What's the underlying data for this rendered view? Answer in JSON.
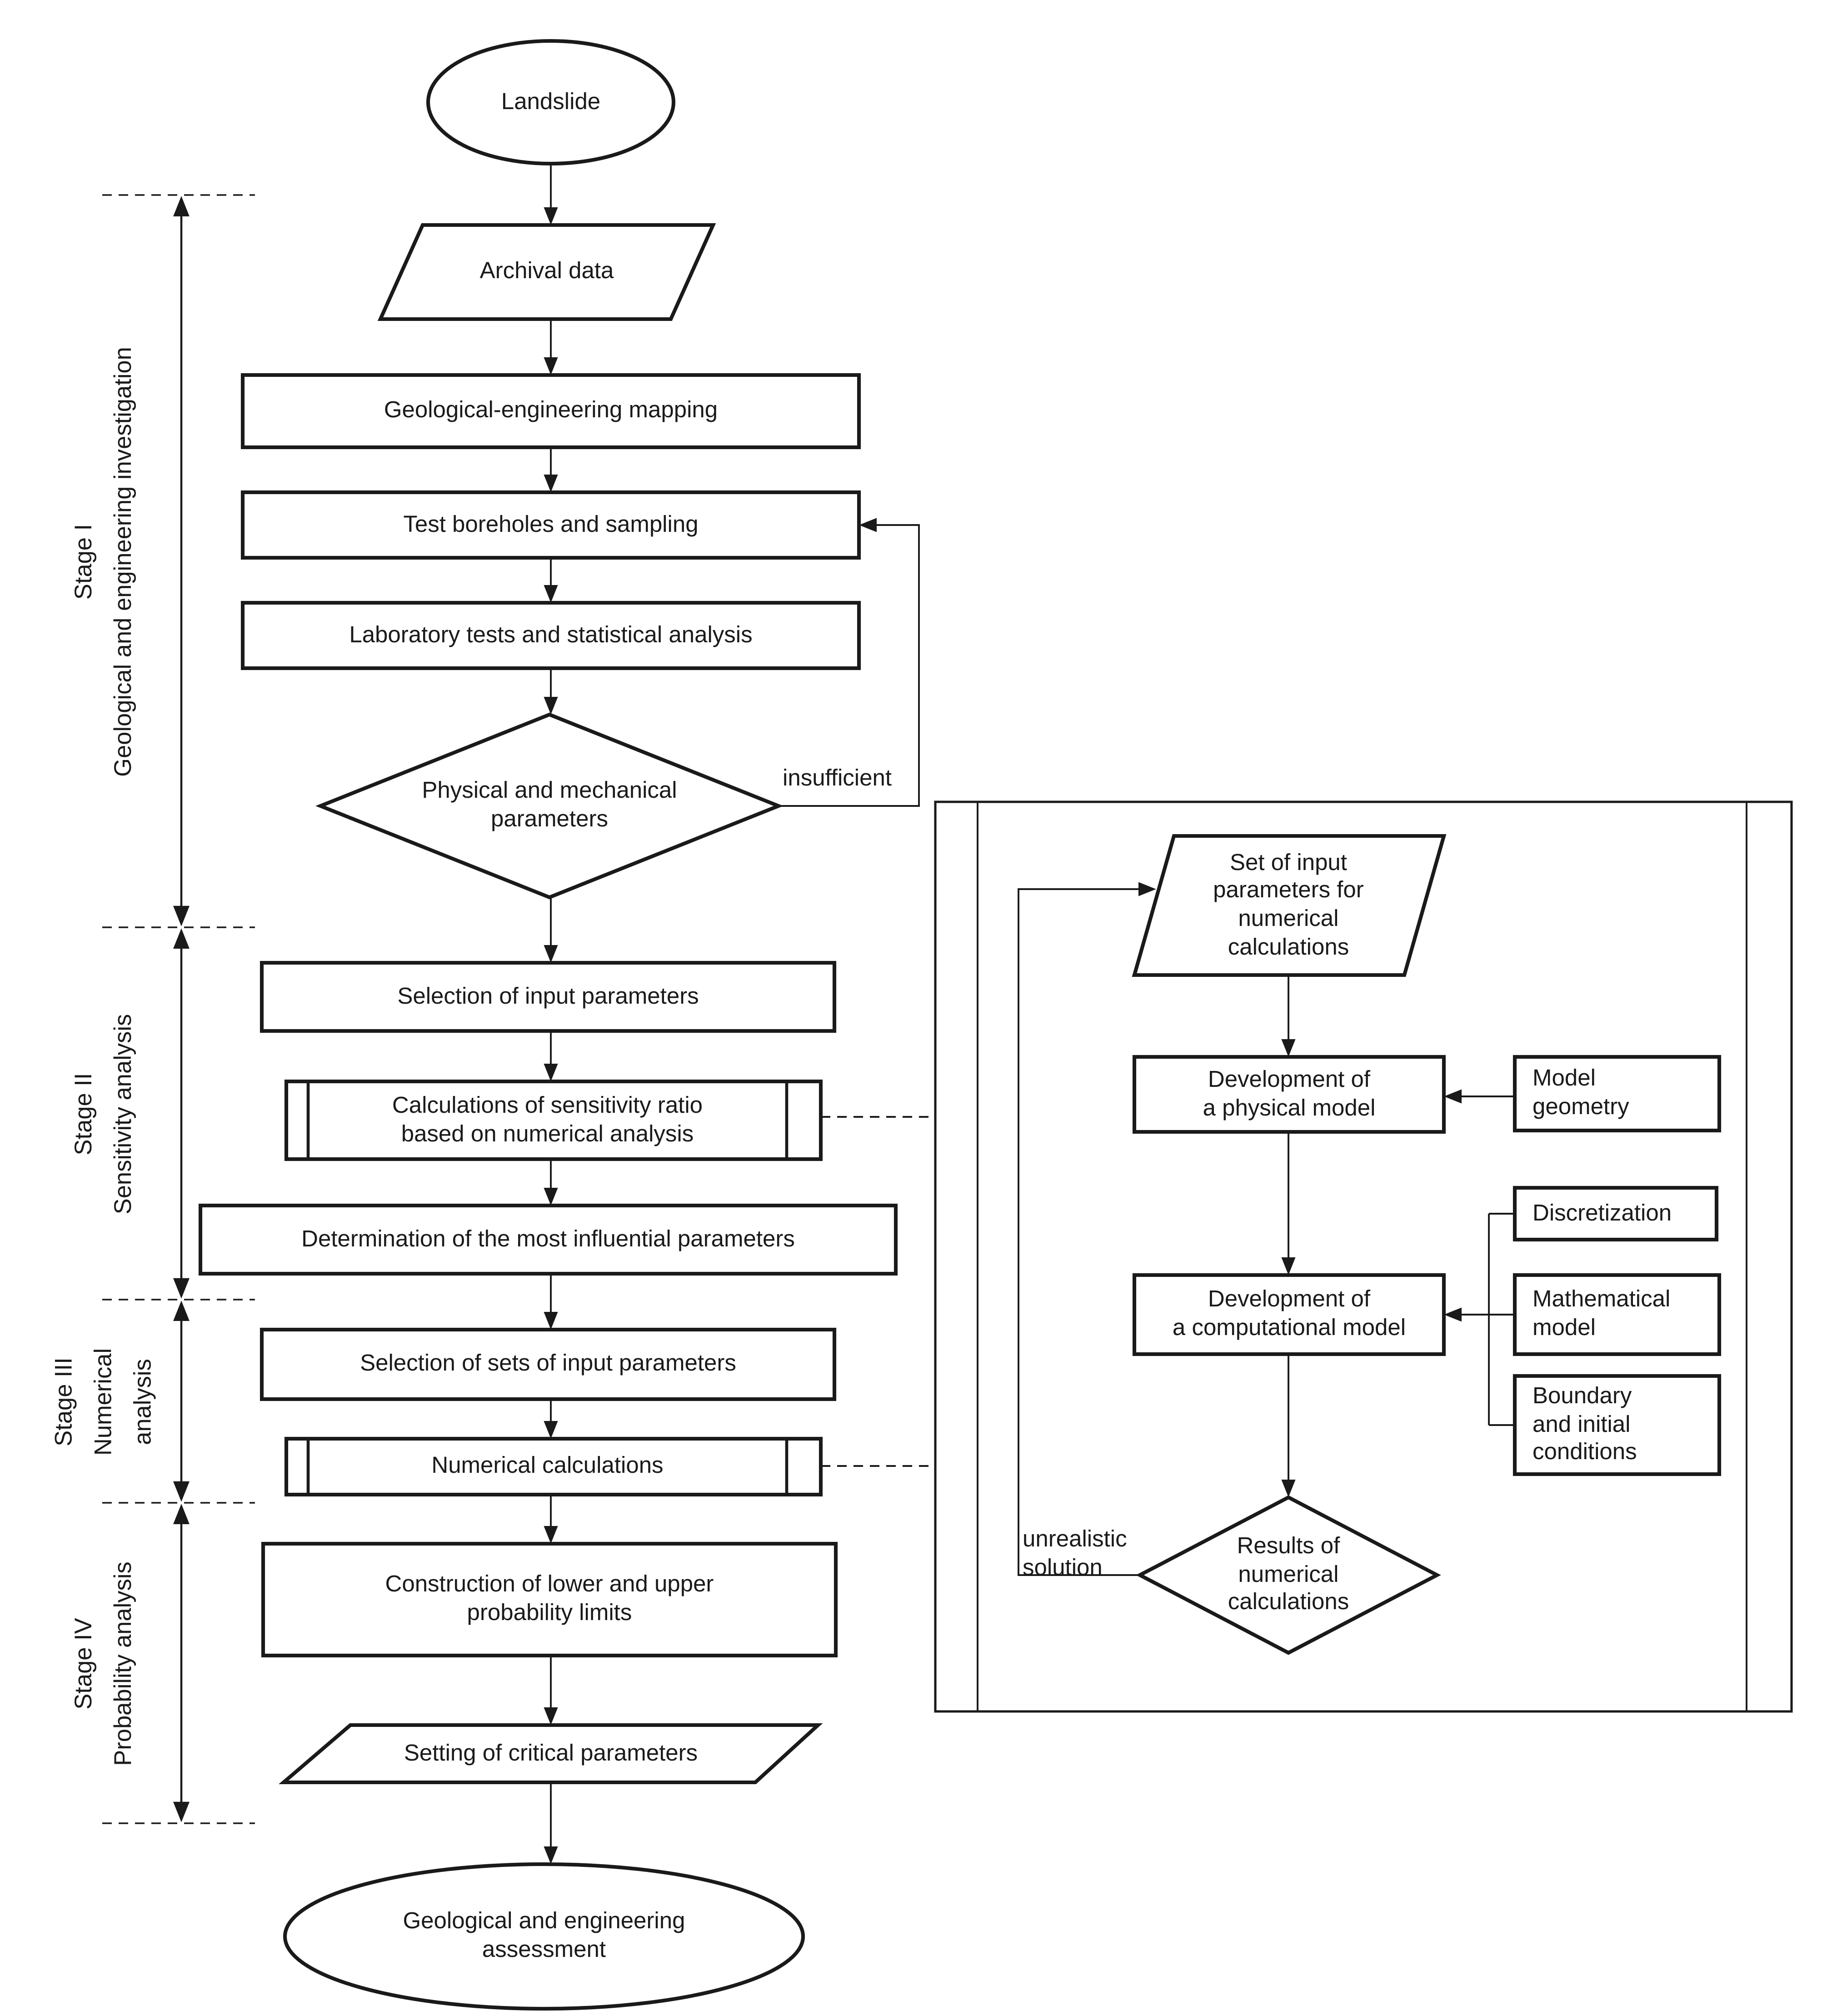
{
  "nodes": {
    "start": "Landslide",
    "archival": "Archival data",
    "mapping": "Geological-engineering mapping",
    "boreholes": "Test boreholes and sampling",
    "laboratory": "Laboratory tests and statistical analysis",
    "decision": "Physical and mechanical\nparameters",
    "selection_input": "Selection of input parameters",
    "calc_sensitivity": "Calculations of sensitivity ratio\nbased on numerical analysis",
    "determination": "Determination of the most influential parameters",
    "selection_sets": "Selection of sets of input parameters",
    "numerical_calc": "Numerical calculations",
    "construction": "Construction of lower and upper\nprobability limits",
    "setting_critical": "Setting of critical parameters",
    "assessment": "Geological and engineering\nassessment"
  },
  "edge_labels": {
    "insufficient": "insufficient",
    "unrealistic": "unrealistic\nsolution"
  },
  "stages": [
    {
      "name": "Stage I",
      "label": "Geological and engineering investigation"
    },
    {
      "name": "Stage II",
      "label": "Sensitivity analysis"
    },
    {
      "name": "Stage III",
      "label": "Numerical\nanalysis"
    },
    {
      "name": "Stage IV",
      "label": "Probability analysis"
    }
  ],
  "subprocess": {
    "set_input": "Set of input\nparameters for\nnumerical\ncalculations",
    "physical_model": "Development of\na physical model",
    "model_geometry": "Model\ngeometry",
    "discretization": "Discretization",
    "computational_model": "Development of\na computational model",
    "mathematical_model": "Mathematical\nmodel",
    "boundary": "Boundary\nand initial\nconditions",
    "results_decision": "Results of\nnumerical\ncalculations"
  },
  "colors": {
    "stroke": "#1a1a1a",
    "fill": "#ffffff"
  }
}
